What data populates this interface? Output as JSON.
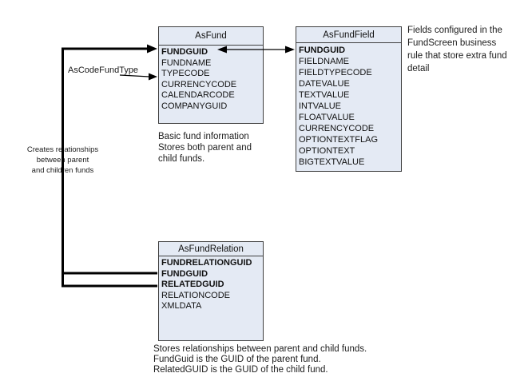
{
  "tables": {
    "asfund": {
      "title": "AsFund",
      "fields": [
        {
          "label": "FUNDGUID",
          "bold": true
        },
        {
          "label": "FUNDNAME"
        },
        {
          "label": "TYPECODE"
        },
        {
          "label": "CURRENCYCODE"
        },
        {
          "label": "CALENDARCODE"
        },
        {
          "label": "COMPANYGUID"
        }
      ],
      "caption": "Basic fund information\nStores both parent and\nchild funds."
    },
    "asfundfield": {
      "title": "AsFundField",
      "fields": [
        {
          "label": "FUNDGUID",
          "bold": true
        },
        {
          "label": "FIELDNAME"
        },
        {
          "label": "FIELDTYPECODE"
        },
        {
          "label": "DATEVALUE"
        },
        {
          "label": "TEXTVALUE"
        },
        {
          "label": "INTVALUE"
        },
        {
          "label": "FLOATVALUE"
        },
        {
          "label": "CURRENCYCODE"
        },
        {
          "label": "OPTIONTEXTFLAG"
        },
        {
          "label": "OPTIONTEXT"
        },
        {
          "label": "BIGTEXTVALUE"
        }
      ]
    },
    "asfundrelation": {
      "title": "AsFundRelation",
      "fields": [
        {
          "label": "FUNDRELATIONGUID",
          "bold": true
        },
        {
          "label": "FUNDGUID",
          "bold": true
        },
        {
          "label": "RELATEDGUID",
          "bold": true
        },
        {
          "label": "RELATIONCODE"
        },
        {
          "label": "XMLDATA"
        }
      ],
      "caption": "Stores relationships between parent and child funds.\nFundGuid is the GUID of the parent fund.\nRelatedGUID is the GUID of the child fund."
    }
  },
  "annotations": {
    "fundfield_note": "Fields configured in the\nFundScreen business\nrule that store extra fund\ndetail",
    "relationship_note": "Creates relationships\nbetween parent\nand children funds"
  },
  "labels": {
    "code_fund_type": "AsCodeFundType"
  },
  "colors": {
    "table_fill": "#e4eaf4",
    "table_border": "#3f3f3f",
    "connector": "#000000"
  }
}
